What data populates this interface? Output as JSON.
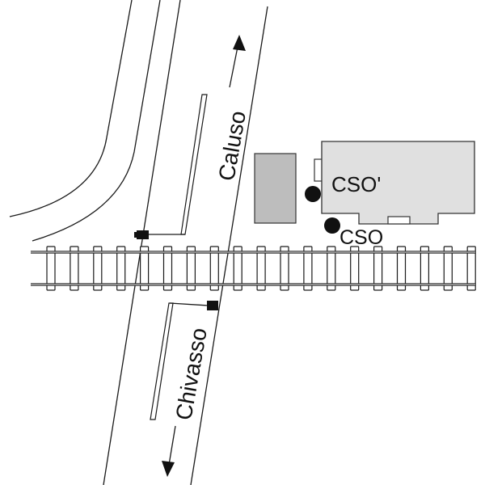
{
  "diagram": {
    "labels": {
      "north_direction": "Caluso",
      "south_direction": "Chivasso",
      "building_station": "CSO'",
      "station_marker": "CSO"
    },
    "colors": {
      "line": "#1a1a1a",
      "building_fill": "#e0e0e0",
      "block_fill": "#bdbdbd",
      "marker": "#111111"
    },
    "railway": {
      "sleeper_count": 19
    }
  }
}
